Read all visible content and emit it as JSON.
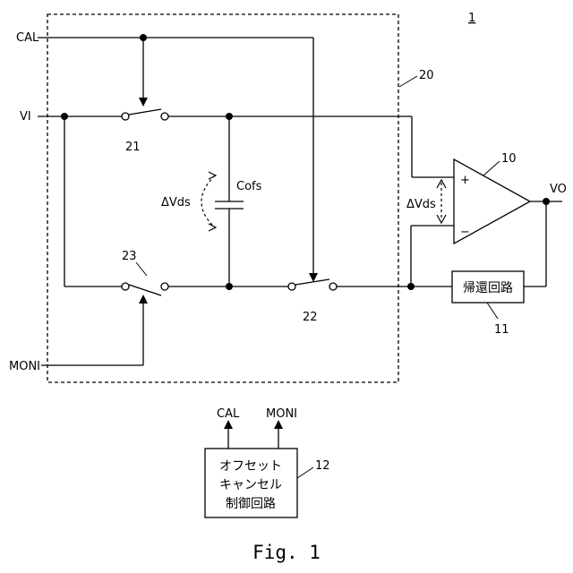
{
  "figure_id": "1",
  "labels": {
    "cal": "CAL",
    "vi": "VI",
    "moni": "MONI",
    "vo": "VO",
    "cofs": "Cofs",
    "delta_vds_left": "ΔVds",
    "delta_vds_right": "ΔVds",
    "plus": "+",
    "minus": "−"
  },
  "refs": {
    "device": "1",
    "block": "20",
    "amp": "10",
    "feedback": "11",
    "controller": "12",
    "sw21": "21",
    "sw22": "22",
    "sw23": "23"
  },
  "feedback_block": {
    "text": "帰還回路"
  },
  "controller_block": {
    "lines": [
      "オフセット",
      "キャンセル",
      "制御回路"
    ],
    "out_cal": "CAL",
    "out_moni": "MONI"
  },
  "caption": "Fig. 1"
}
